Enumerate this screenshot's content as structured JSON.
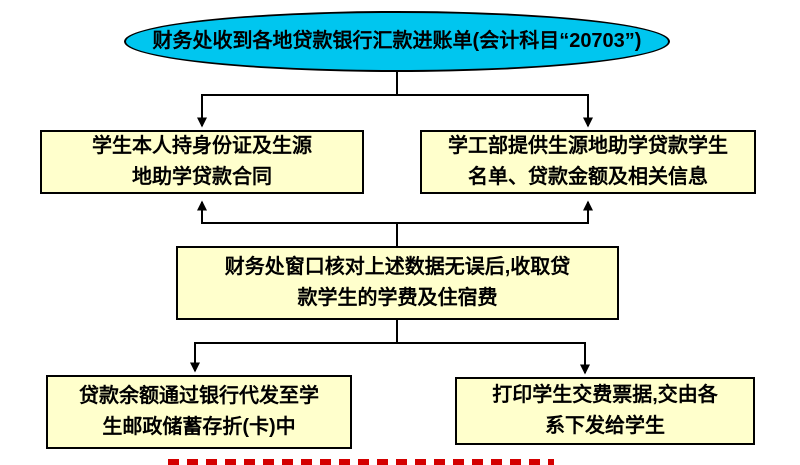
{
  "colors": {
    "terminator": "#00c6ef",
    "process": "#ffffcc",
    "border": "#000000"
  },
  "flowchart": {
    "start": {
      "text": "财务处收到各地贷款银行汇款进账单(会计科目“20703”)"
    },
    "student_id": {
      "line1": "学生本人持身份证及生源",
      "line2": "地助学贷款合同"
    },
    "student_affairs": {
      "line1": "学工部提供生源地助学贷款学生",
      "line2": "名单、贷款金额及相关信息"
    },
    "finance_verify": {
      "line1": "财务处窗口核对上述数据无误后,收取贷",
      "line2": "款学生的学费及住宿费"
    },
    "loan_balance": {
      "line1": "贷款余额通过银行代发至学",
      "line2": "生邮政储蓄存折(卡)中"
    },
    "print_receipt": {
      "line1": "打印学生交费票据,交由各",
      "line2": "系下发给学生"
    }
  }
}
